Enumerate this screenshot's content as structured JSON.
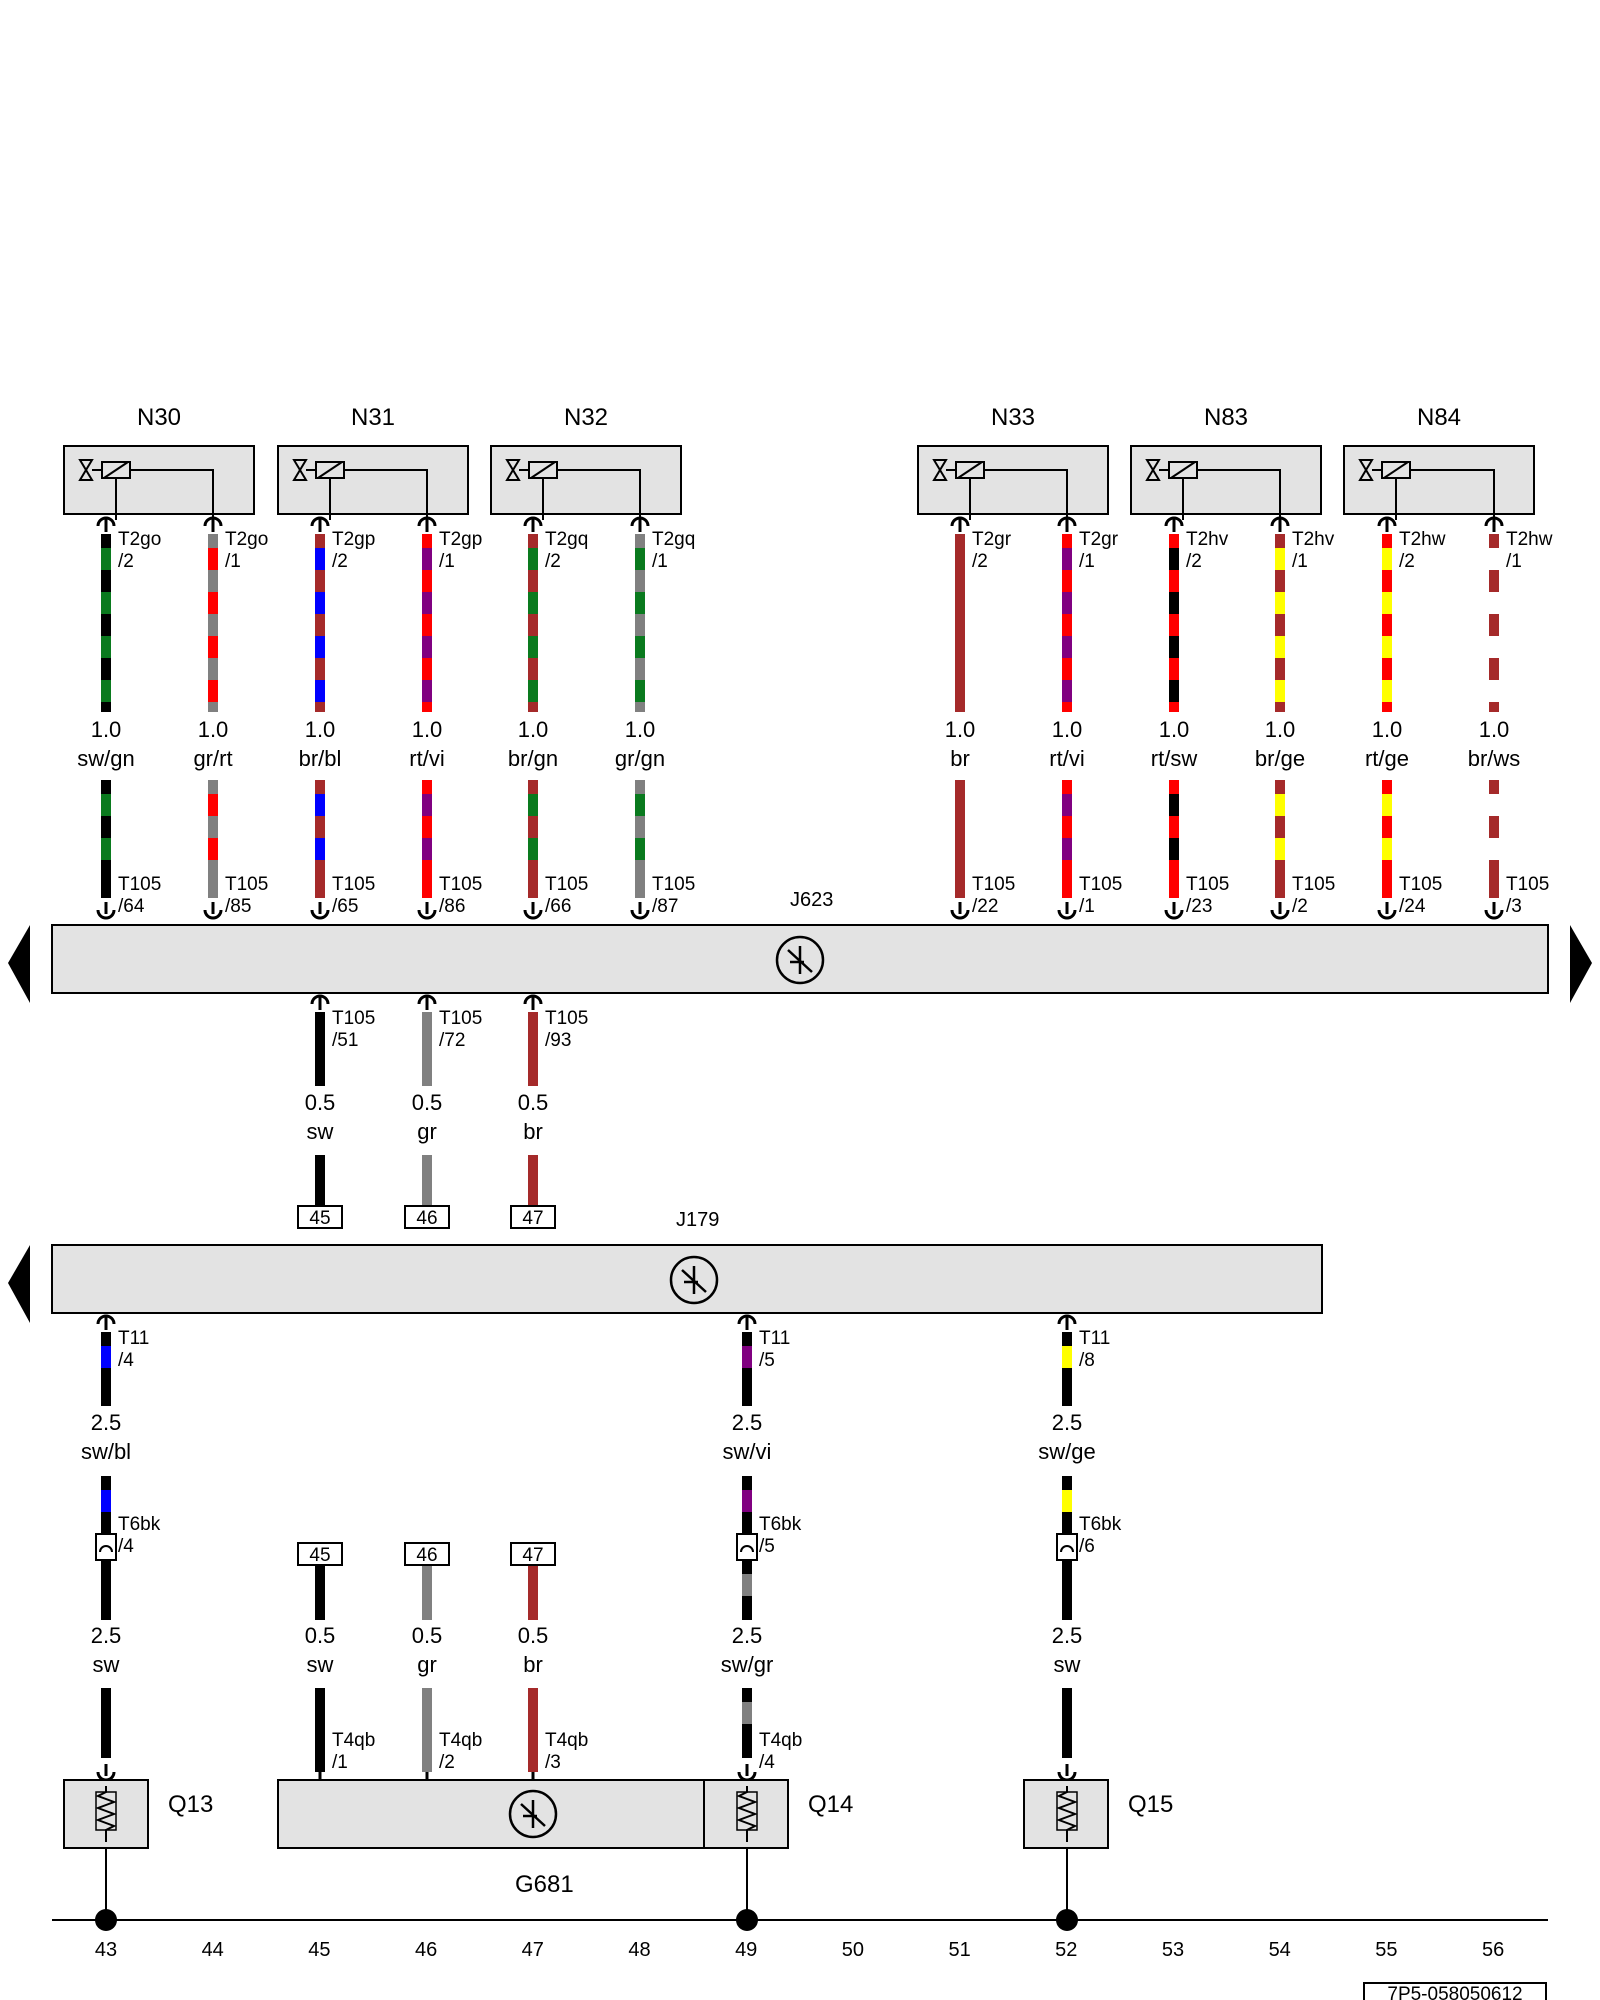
{
  "colors": {
    "sw": "#000000",
    "gn": "#0a7a1e",
    "rt": "#ff0000",
    "gr": "#808080",
    "br": "#a52a2a",
    "bl": "#0000ff",
    "vi": "#800080",
    "ge": "#ffff00",
    "ws": "#ffffff",
    "component_fill": "#e3e3e3"
  },
  "valves": [
    {
      "name": "N30",
      "pin_left": "T2go",
      "pin_left_no": "/2",
      "pin_right": "T2go",
      "pin_right_no": "/1"
    },
    {
      "name": "N31",
      "pin_left": "T2gp",
      "pin_left_no": "/2",
      "pin_right": "T2gp",
      "pin_right_no": "/1"
    },
    {
      "name": "N32",
      "pin_left": "T2gq",
      "pin_left_no": "/2",
      "pin_right": "T2gq",
      "pin_right_no": "/1"
    },
    {
      "name": "N33",
      "pin_left": "T2gr",
      "pin_left_no": "/2",
      "pin_right": "T2gr",
      "pin_right_no": "/1"
    },
    {
      "name": "N83",
      "pin_left": "T2hv",
      "pin_left_no": "/2",
      "pin_right": "T2hv",
      "pin_right_no": "/1"
    },
    {
      "name": "N84",
      "pin_left": "T2hw",
      "pin_left_no": "/2",
      "pin_right": "T2hw",
      "pin_right_no": "/1"
    }
  ],
  "upper_wires": [
    {
      "size": "1.0",
      "color": "sw/gn",
      "pin": "T105",
      "pin_no": "/64"
    },
    {
      "size": "1.0",
      "color": "gr/rt",
      "pin": "T105",
      "pin_no": "/85"
    },
    {
      "size": "1.0",
      "color": "br/bl",
      "pin": "T105",
      "pin_no": "/65"
    },
    {
      "size": "1.0",
      "color": "rt/vi",
      "pin": "T105",
      "pin_no": "/86"
    },
    {
      "size": "1.0",
      "color": "br/gn",
      "pin": "T105",
      "pin_no": "/66"
    },
    {
      "size": "1.0",
      "color": "gr/gn",
      "pin": "T105",
      "pin_no": "/87"
    },
    {
      "size": "1.0",
      "color": "br",
      "pin": "T105",
      "pin_no": "/22"
    },
    {
      "size": "1.0",
      "color": "rt/vi",
      "pin": "T105",
      "pin_no": "/1"
    },
    {
      "size": "1.0",
      "color": "rt/sw",
      "pin": "T105",
      "pin_no": "/23"
    },
    {
      "size": "1.0",
      "color": "br/ge",
      "pin": "T105",
      "pin_no": "/2"
    },
    {
      "size": "1.0",
      "color": "rt/ge",
      "pin": "T105",
      "pin_no": "/24"
    },
    {
      "size": "1.0",
      "color": "br/ws",
      "pin": "T105",
      "pin_no": "/3"
    }
  ],
  "j623": {
    "name": "J623"
  },
  "mid_wires": [
    {
      "pin": "T105",
      "pin_no": "/51",
      "size": "0.5",
      "color": "sw",
      "ref": "45"
    },
    {
      "pin": "T105",
      "pin_no": "/72",
      "size": "0.5",
      "color": "gr",
      "ref": "46"
    },
    {
      "pin": "T105",
      "pin_no": "/93",
      "size": "0.5",
      "color": "br",
      "ref": "47"
    }
  ],
  "j179": {
    "name": "J179"
  },
  "glow_wires": [
    {
      "pin1": "T11",
      "pin1_no": "/4",
      "size1": "2.5",
      "color1": "sw/bl",
      "pin2": "T6bk",
      "pin2_no": "/4",
      "size2": "2.5",
      "color2": "sw"
    },
    {
      "pin1": "T11",
      "pin1_no": "/5",
      "size1": "2.5",
      "color1": "sw/vi",
      "pin2": "T6bk",
      "pin2_no": "/5",
      "size2": "2.5",
      "color2": "sw/gr",
      "pin3": "T4qb",
      "pin3_no": "/4"
    },
    {
      "pin1": "T11",
      "pin1_no": "/8",
      "size1": "2.5",
      "color1": "sw/ge",
      "pin2": "T6bk",
      "pin2_no": "/6",
      "size2": "2.5",
      "color2": "sw"
    }
  ],
  "sensor_wires": [
    {
      "ref": "45",
      "size": "0.5",
      "color": "sw",
      "pin": "T4qb",
      "pin_no": "/1"
    },
    {
      "ref": "46",
      "size": "0.5",
      "color": "gr",
      "pin": "T4qb",
      "pin_no": "/2"
    },
    {
      "ref": "47",
      "size": "0.5",
      "color": "br",
      "pin": "T4qb",
      "pin_no": "/3"
    }
  ],
  "bottom_components": {
    "q13": "Q13",
    "q14": "Q14",
    "q15": "Q15",
    "g681": "G681"
  },
  "track_numbers": [
    "43",
    "44",
    "45",
    "46",
    "47",
    "48",
    "49",
    "50",
    "51",
    "52",
    "53",
    "54",
    "55",
    "56"
  ],
  "doc_ref": "7P5-058050612"
}
